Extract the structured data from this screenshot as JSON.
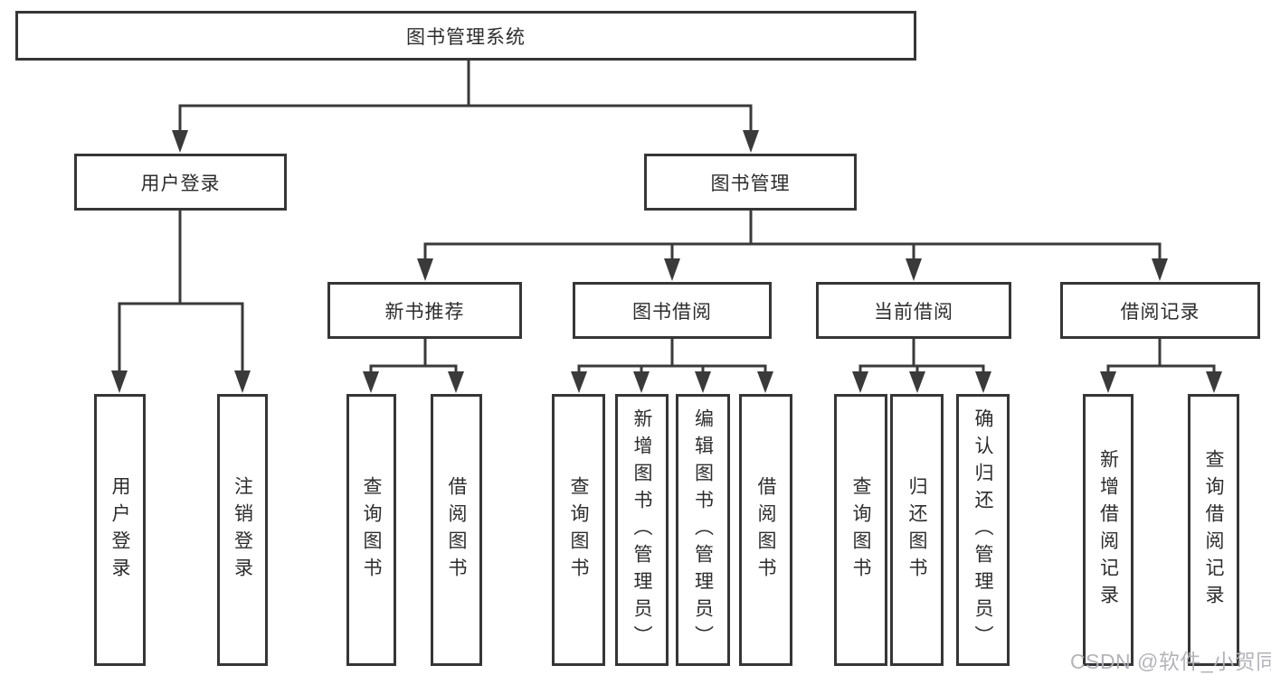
{
  "tree": {
    "root": {
      "label": "图书管理系统"
    },
    "branches": [
      {
        "label": "用户登录",
        "children": [
          {
            "label": "用户登录"
          },
          {
            "label": "注销登录"
          }
        ]
      },
      {
        "label": "图书管理",
        "children": [
          {
            "label": "新书推荐",
            "children": [
              {
                "label": "查询图书"
              },
              {
                "label": "借阅图书"
              }
            ]
          },
          {
            "label": "图书借阅",
            "children": [
              {
                "label": "查询图书"
              },
              {
                "label": "新增图书（管理员）"
              },
              {
                "label": "编辑图书（管理员）"
              },
              {
                "label": "借阅图书"
              }
            ]
          },
          {
            "label": "当前借阅",
            "children": [
              {
                "label": "查询图书"
              },
              {
                "label": "归还图书"
              },
              {
                "label": "确认归还（管理员）"
              }
            ]
          },
          {
            "label": "借阅记录",
            "children": [
              {
                "label": "新增借阅记录"
              },
              {
                "label": "查询借阅记录"
              }
            ]
          }
        ]
      }
    ]
  },
  "watermark": {
    "text": "CSDN @软件_小贺同学"
  },
  "colors": {
    "line": "#3a3a3a",
    "box_border": "#363636",
    "text": "#2d2d2d",
    "background": "#ffffff",
    "watermark": "#b0b0b6"
  }
}
